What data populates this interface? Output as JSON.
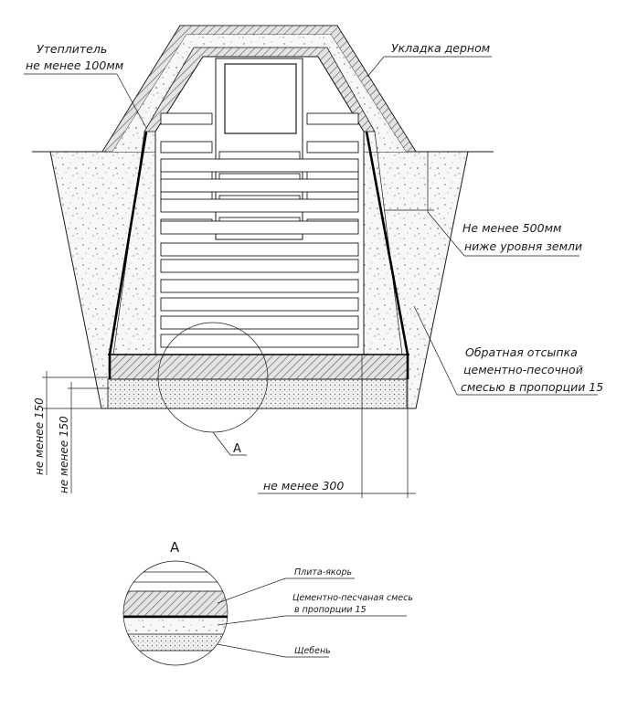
{
  "labels": {
    "insulation_line1": "Утеплитель",
    "insulation_line2": "не менее 100мм",
    "turf": "Укладка дерном",
    "depth_line1": "Не менее 500мм",
    "depth_line2": "ниже уровня земли",
    "backfill_line1": "Обратная отсыпка",
    "backfill_line2": "цементно-песочной",
    "backfill_line3": "смесью в пропорции 15",
    "dim_150_left": "не менее 150",
    "dim_150_right": "не менее 150",
    "dim_300": "не менее 300",
    "section_marker": "А",
    "detail_title": "А",
    "detail_anchor_plate": "Плита-якорь",
    "detail_mix_line1": "Цементно-песчаная смесь",
    "detail_mix_line2": "в пропорции 15",
    "detail_gravel": "Щебень"
  }
}
